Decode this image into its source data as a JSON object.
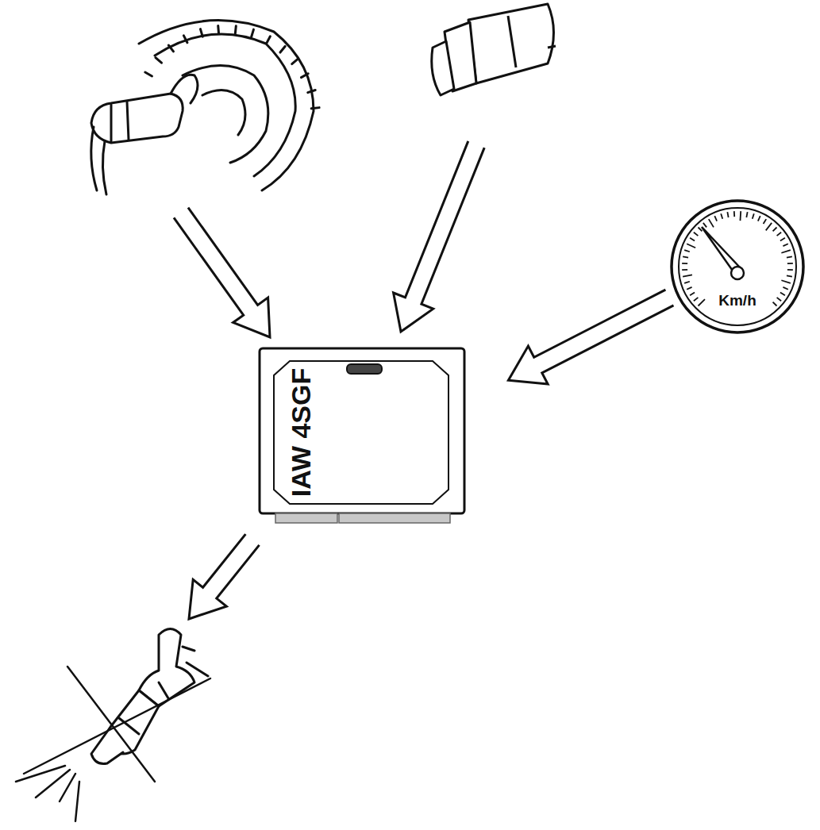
{
  "diagram": {
    "nodes": [
      {
        "text": [
          "Km/h"
        ]
      },
      {
        "text": [
          "IAW 4SGF"
        ]
      }
    ],
    "edges": [
      {
        "from": 0,
        "to": 1,
        "arrow": "to"
      }
    ]
  }
}
